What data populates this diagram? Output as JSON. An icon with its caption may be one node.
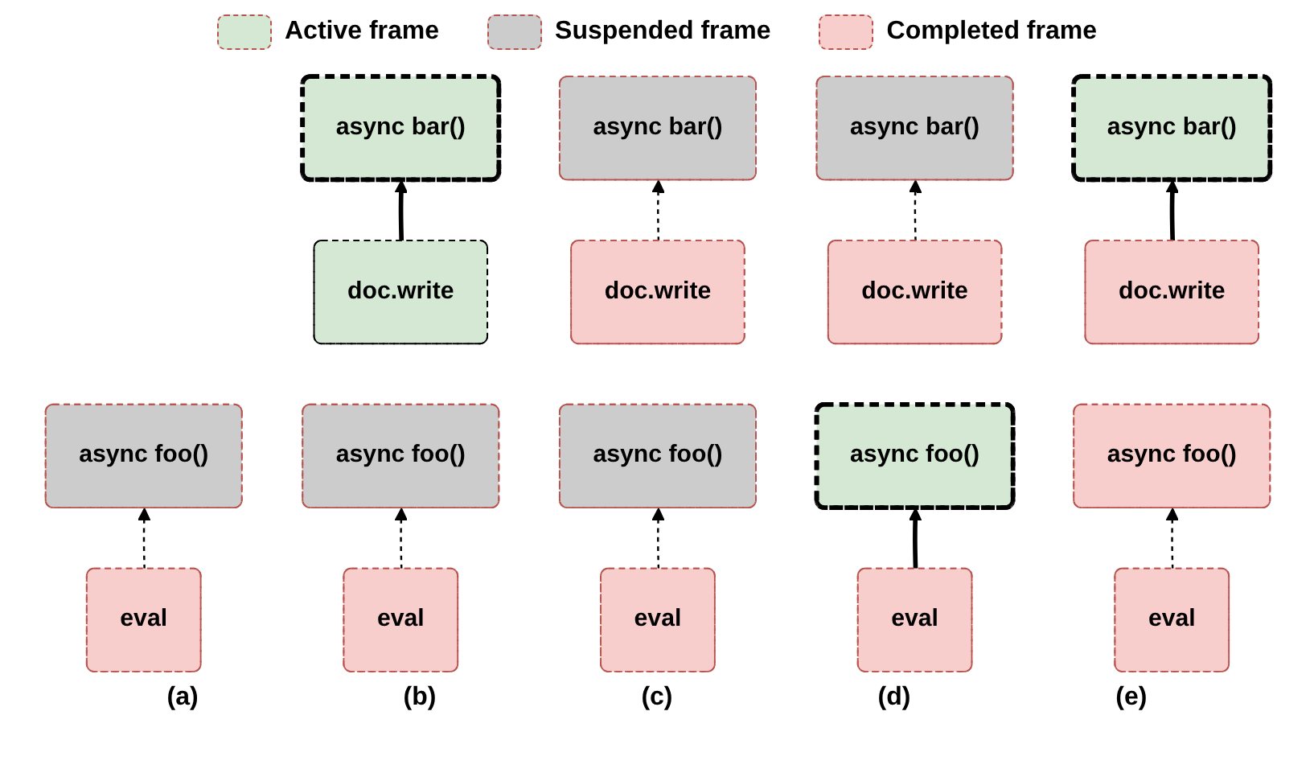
{
  "diagram": {
    "nodes": [
      {
        "text": [
          "async foo()"
        ]
      },
      {
        "text": [
          "eval"
        ]
      },
      {
        "text": [
          "async bar()"
        ]
      },
      {
        "text": [
          "doc.write"
        ]
      },
      {
        "text": [
          "async foo()"
        ]
      },
      {
        "text": [
          "eval"
        ]
      },
      {
        "text": [
          "async bar()"
        ]
      },
      {
        "text": [
          "doc.write"
        ]
      },
      {
        "text": [
          "async foo()"
        ]
      },
      {
        "text": [
          "eval"
        ]
      },
      {
        "text": [
          "async bar()"
        ]
      },
      {
        "text": [
          "doc.write"
        ]
      },
      {
        "text": [
          "async foo()"
        ]
      },
      {
        "text": [
          "eval"
        ]
      },
      {
        "text": [
          "async bar()"
        ]
      },
      {
        "text": [
          "doc.write"
        ]
      },
      {
        "text": [
          "async foo()"
        ]
      },
      {
        "text": [
          "eval"
        ]
      }
    ],
    "edges": [
      {
        "from": 1,
        "to": 0,
        "arrow": "to",
        "style": "dashed"
      },
      {
        "from": 3,
        "to": 2,
        "arrow": "to",
        "style": "thick"
      },
      {
        "from": 5,
        "to": 4,
        "arrow": "to",
        "style": "dashed"
      },
      {
        "from": 7,
        "to": 6,
        "arrow": "to",
        "style": "dashed"
      },
      {
        "from": 9,
        "to": 8,
        "arrow": "to",
        "style": "dashed"
      },
      {
        "from": 11,
        "to": 10,
        "arrow": "to",
        "style": "dashed"
      },
      {
        "from": 13,
        "to": 12,
        "arrow": "to",
        "style": "thick"
      },
      {
        "from": 15,
        "to": 14,
        "arrow": "to",
        "style": "thick"
      },
      {
        "from": 17,
        "to": 16,
        "arrow": "to",
        "style": "dashed"
      }
    ],
    "labels": [
      "(a)",
      "(b)",
      "(c)",
      "(d)",
      "(e)"
    ],
    "legend": [
      {
        "text": "Active frame",
        "color": "#d5e8d4"
      },
      {
        "text": "Suspended frame",
        "color": "#cccccc"
      },
      {
        "text": "Completed frame",
        "color": "#f8cecc"
      }
    ]
  }
}
